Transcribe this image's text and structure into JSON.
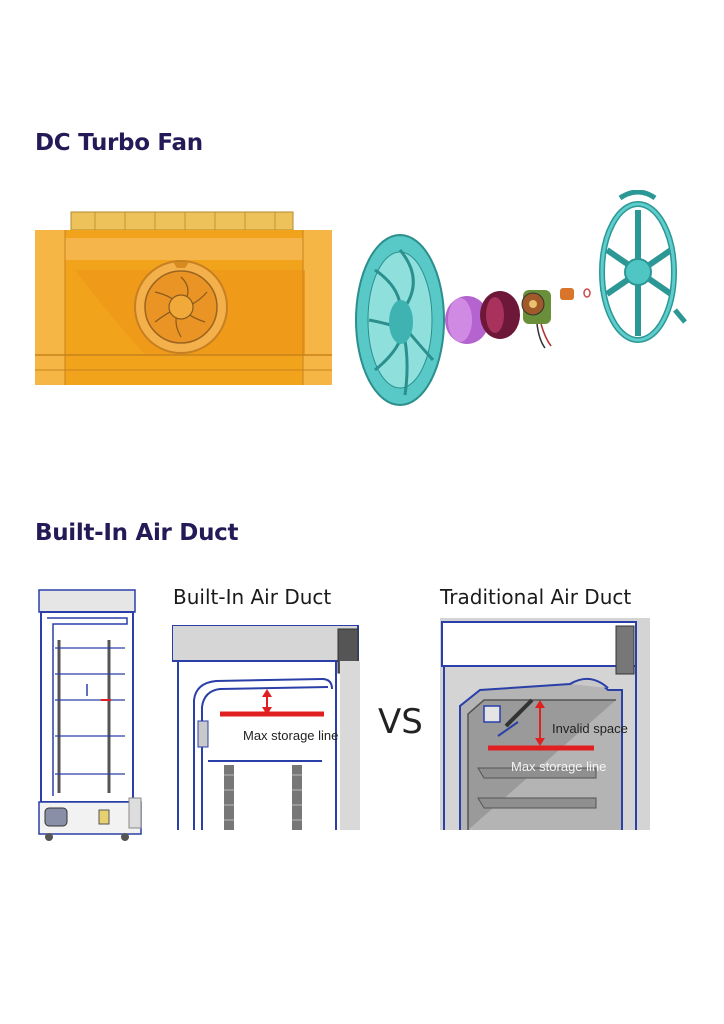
{
  "sections": {
    "fan": {
      "title": "DC Turbo Fan"
    },
    "duct": {
      "title": "Built-In Air Duct",
      "builtin_label": "Built-In Air Duct",
      "traditional_label": "Traditional Air Duct",
      "vs": "VS",
      "builtin_annotation": "Max storage line",
      "traditional_invalid": "Invalid space",
      "traditional_annotation": "Max storage line"
    }
  },
  "colors": {
    "heading": "#241a57",
    "housing_orange": "#f2a31c",
    "fan_teal": "#4fc6c4",
    "duct_blue": "#2a3fa8",
    "marker_red": "#e02020"
  }
}
